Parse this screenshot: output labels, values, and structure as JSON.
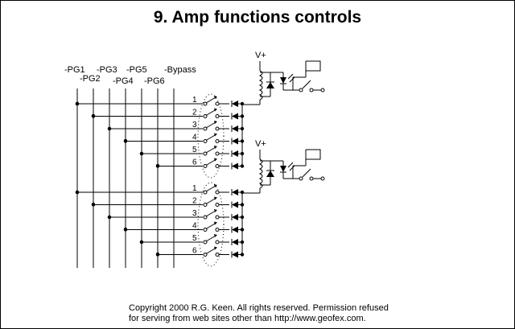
{
  "title": "9. Amp functions controls",
  "bus_labels": [
    "-PG1",
    "-PG2",
    "-PG3",
    "-PG4",
    "-PG5",
    "-PG6",
    "-Bypass"
  ],
  "switch_numbers": [
    "1",
    "2",
    "3",
    "4",
    "5",
    "6"
  ],
  "supply_label": "V+",
  "copyright": {
    "line1": "Copyright 2000 R.G. Keen.  All rights reserved.  Permission refused",
    "line2": "for serving from  web sites other than http://www.geofex.com."
  }
}
